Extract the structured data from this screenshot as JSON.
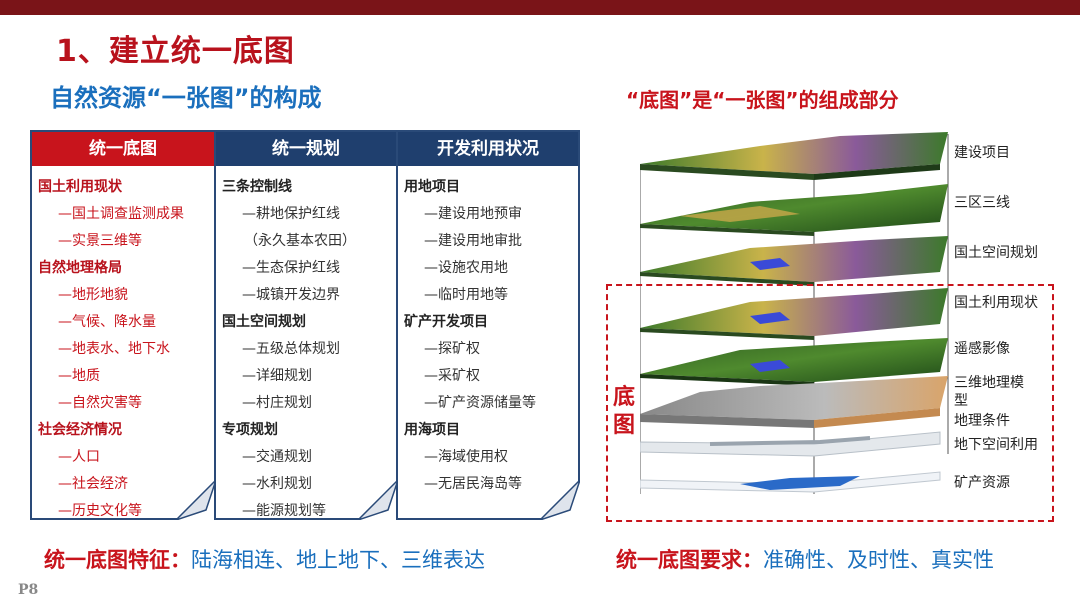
{
  "title": "1、建立统一底图",
  "subtitle": "自然资源“一张图”的构成",
  "right_title": "“底图”是“一张图”的组成部分",
  "columns": [
    {
      "header": "统一底图",
      "lines": [
        {
          "t": "cat",
          "text": "国土利用现状"
        },
        {
          "t": "sub",
          "text": "—国土调查监测成果"
        },
        {
          "t": "sub",
          "text": "—实景三维等"
        },
        {
          "t": "cat",
          "text": "自然地理格局"
        },
        {
          "t": "sub",
          "text": "—地形地貌"
        },
        {
          "t": "sub",
          "text": "—气候、降水量"
        },
        {
          "t": "sub",
          "text": "—地表水、地下水"
        },
        {
          "t": "sub",
          "text": "—地质"
        },
        {
          "t": "sub",
          "text": "—自然灾害等"
        },
        {
          "t": "cat",
          "text": "社会经济情况"
        },
        {
          "t": "sub",
          "text": "—人口"
        },
        {
          "t": "sub",
          "text": "—社会经济"
        },
        {
          "t": "sub",
          "text": "—历史文化等"
        }
      ]
    },
    {
      "header": "统一规划",
      "lines": [
        {
          "t": "cat",
          "text": "三条控制线"
        },
        {
          "t": "sub",
          "text": "—耕地保护红线"
        },
        {
          "t": "note",
          "text": "（永久基本农田）"
        },
        {
          "t": "sub",
          "text": "—生态保护红线"
        },
        {
          "t": "sub",
          "text": "—城镇开发边界"
        },
        {
          "t": "cat",
          "text": "国土空间规划"
        },
        {
          "t": "sub",
          "text": "—五级总体规划"
        },
        {
          "t": "sub",
          "text": "—详细规划"
        },
        {
          "t": "sub",
          "text": "—村庄规划"
        },
        {
          "t": "cat",
          "text": "专项规划"
        },
        {
          "t": "sub",
          "text": "—交通规划"
        },
        {
          "t": "sub",
          "text": "—水利规划"
        },
        {
          "t": "sub",
          "text": "—能源规划等"
        }
      ]
    },
    {
      "header": "开发利用状况",
      "lines": [
        {
          "t": "cat",
          "text": "用地项目"
        },
        {
          "t": "sub",
          "text": "—建设用地预审"
        },
        {
          "t": "sub",
          "text": "—建设用地审批"
        },
        {
          "t": "sub",
          "text": "—设施农用地"
        },
        {
          "t": "sub",
          "text": "—临时用地等"
        },
        {
          "t": "cat",
          "text": "矿产开发项目"
        },
        {
          "t": "sub",
          "text": "—探矿权"
        },
        {
          "t": "sub",
          "text": "—采矿权"
        },
        {
          "t": "sub",
          "text": "—矿产资源储量等"
        },
        {
          "t": "cat",
          "text": "用海项目"
        },
        {
          "t": "sub",
          "text": "—海域使用权"
        },
        {
          "t": "sub",
          "text": "—无居民海岛等"
        }
      ]
    }
  ],
  "layers": {
    "l1": "建设项目",
    "l2": "三区三线",
    "l3": "国土空间规划",
    "l4": "国土利用现状",
    "l5": "遥感影像",
    "l6a": "三维地理模",
    "l6b": "型",
    "l7": "地理条件",
    "l8": "地下空间利用",
    "l9": "矿产资源"
  },
  "base_label": "底图",
  "footer_left": {
    "label": "统一底图特征：",
    "value": "陆海相连、地上地下、三维表达"
  },
  "footer_right": {
    "label": "统一底图要求：",
    "value": "准确性、及时性、真实性"
  },
  "page": "P8",
  "colors": {
    "red": "#c8141c",
    "navy": "#1f3f6e",
    "blue": "#1a6fbd",
    "topbar": "#7a1418"
  }
}
